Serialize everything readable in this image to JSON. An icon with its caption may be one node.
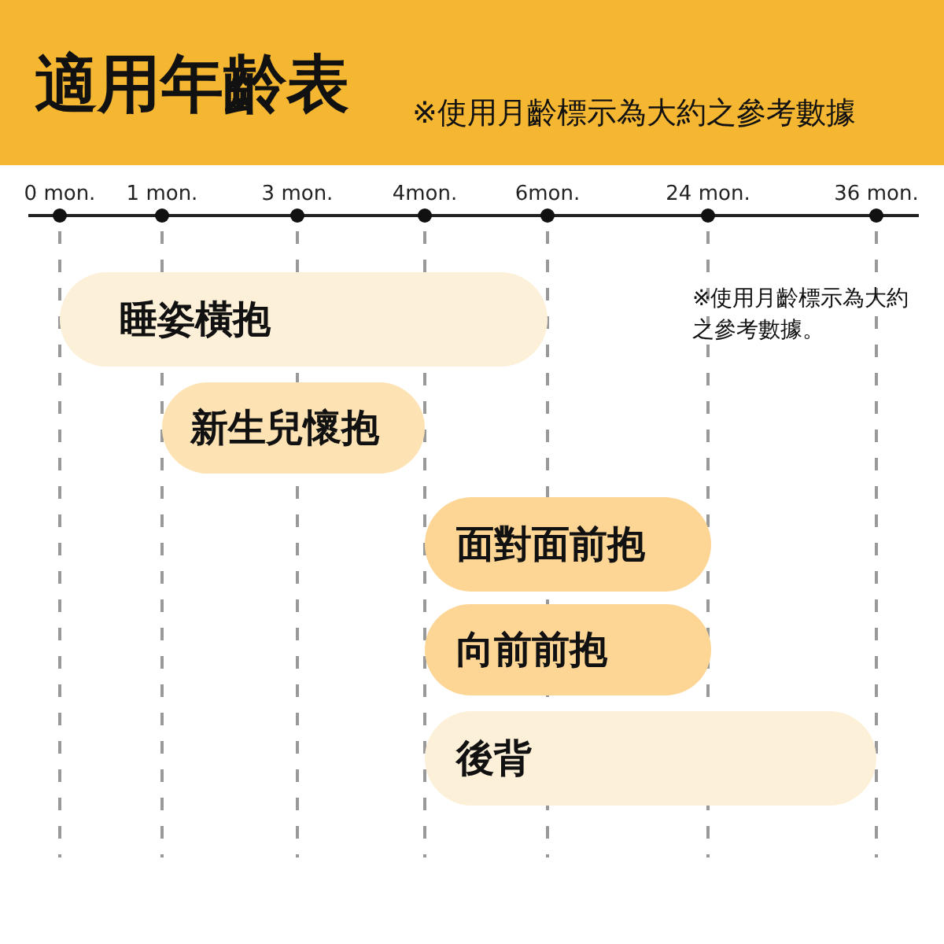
{
  "diagram": {
    "title": "適用年齡表",
    "nodes": [
      {
        "text": [
          "睡姿橫抱"
        ]
      },
      {
        "text": [
          "新生兒懷抱"
        ]
      },
      {
        "text": [
          "面對面前抱"
        ]
      },
      {
        "text": [
          "向前前抱"
        ]
      },
      {
        "text": [
          "後背"
        ]
      }
    ],
    "labels": [
      "※使用月齡標示為大約之參考數據",
      "0 mon.",
      "1 mon.",
      "3 mon.",
      "4mon.",
      "6mon.",
      "24 mon.",
      "36 mon.",
      "※使用月齡標示為大約之參考數據。"
    ]
  }
}
